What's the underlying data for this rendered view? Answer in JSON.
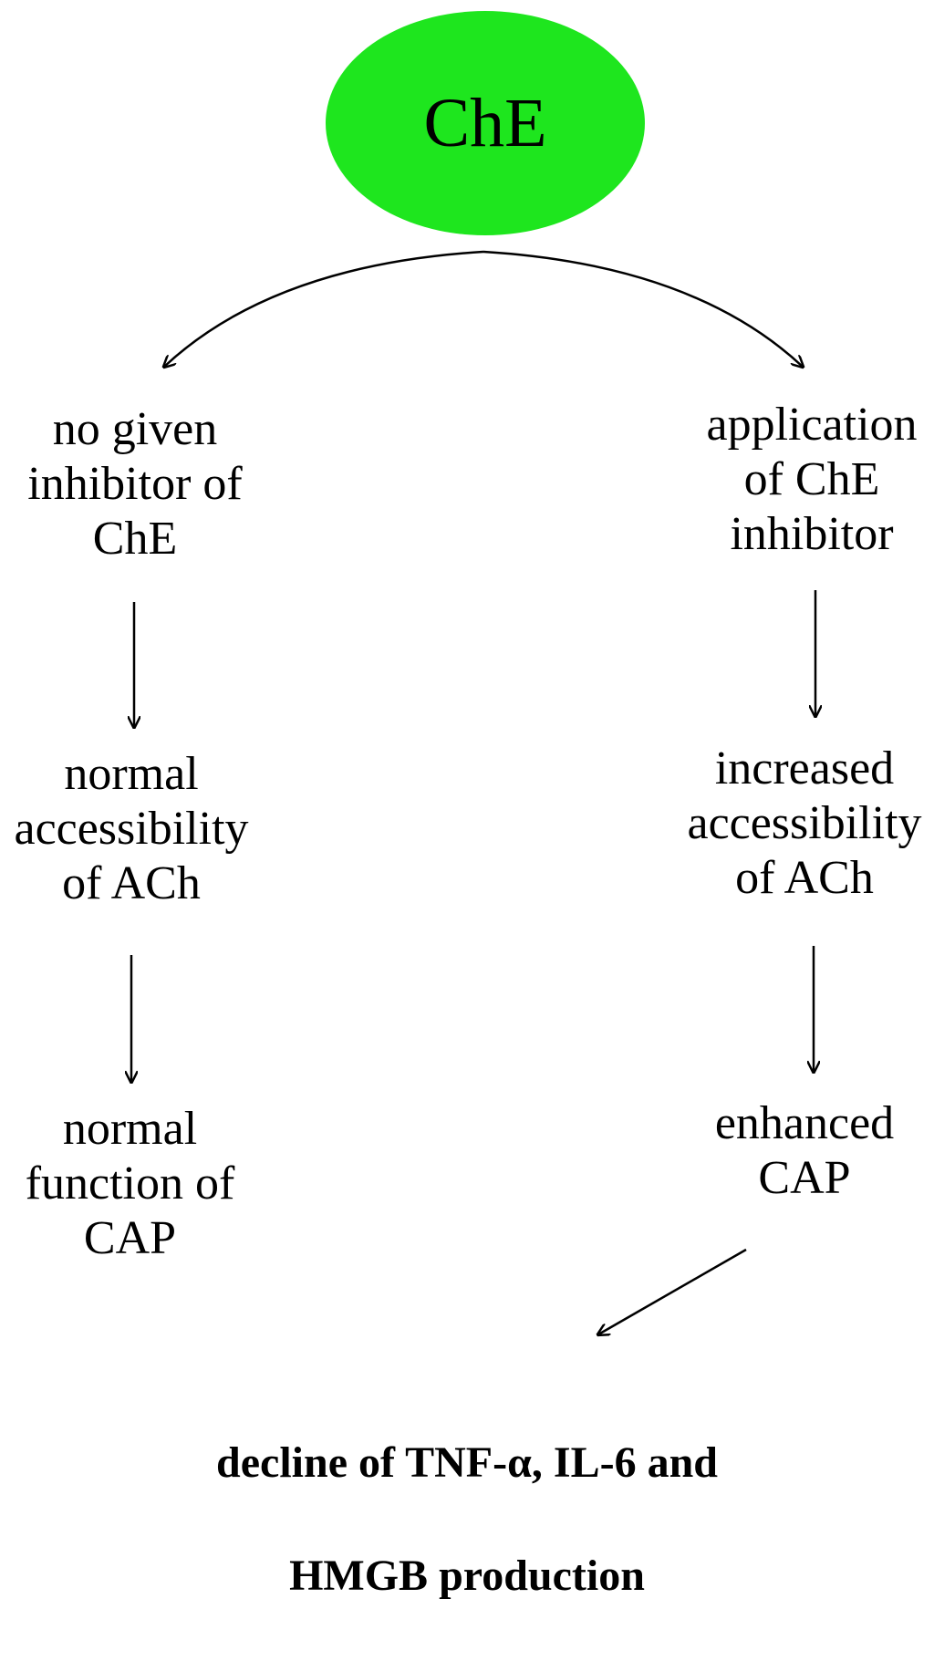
{
  "root": {
    "label": "ChE",
    "fill": "#1ee61e"
  },
  "left_branch": {
    "step1": "no given\ninhibitor of\nChE",
    "step2": "normal\naccessibility\nof ACh",
    "step3": "normal\nfunction of\nCAP"
  },
  "right_branch": {
    "step1": "application\nof ChE\ninhibitor",
    "step2": "increased\naccessibility\nof ACh",
    "step3": "enhanced\nCAP"
  },
  "outcome": {
    "line1": "decline of TNF-α, IL-6 and",
    "line2": "HMGB production"
  }
}
